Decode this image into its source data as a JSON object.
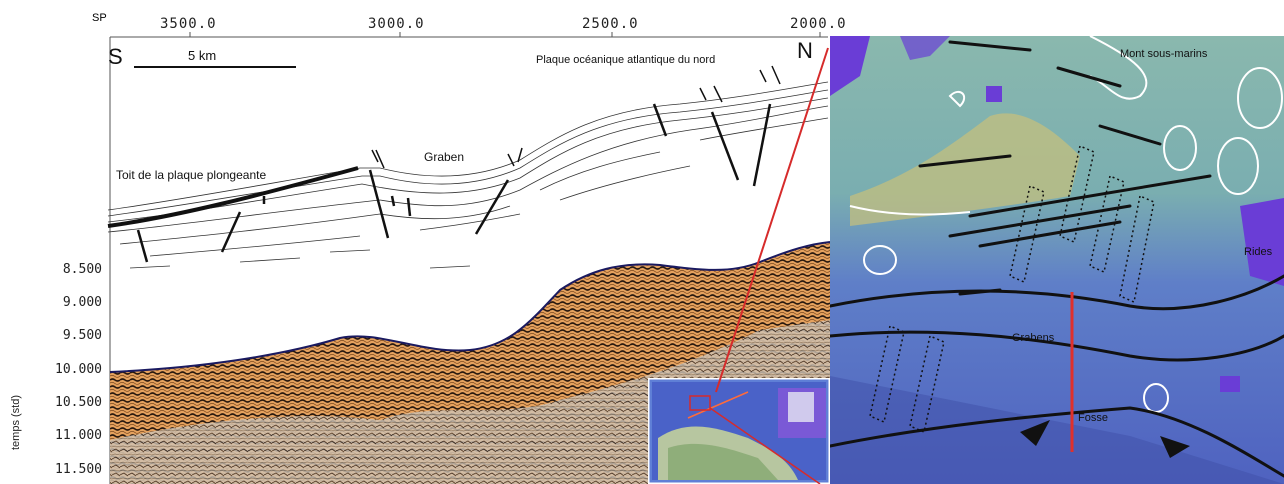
{
  "seismic_profile": {
    "sp_label": "SP",
    "sp_ticks": [
      "3500.0",
      "3000.0",
      "2500.0",
      "2000.0"
    ],
    "direction_left": "S",
    "direction_right": "N",
    "scale_label": "5 km",
    "time_axis_title": "temps (std)",
    "time_ticks": [
      "8.500",
      "9.000",
      "9.500",
      "10.000",
      "10.500",
      "11.000",
      "11.500"
    ],
    "annotations": {
      "oceanic_plate": "Plaque océanique atlantique du nord",
      "graben": "Graben",
      "plate_top": "Toit de la plaque plongeante"
    },
    "colors": {
      "seismic_orange": "#e07b2c",
      "seismic_dark": "#2a1a10",
      "fault_red": "#d62b2b"
    }
  },
  "bathymetry_map": {
    "labels": {
      "seamounts": "Mont sous-marins",
      "ridges": "Rides",
      "grabens": "Grabens",
      "trench": "Fosse"
    },
    "colors": {
      "shallow": "#c9c07a",
      "mid": "#7fb3b0",
      "deep": "#4f6ec7",
      "deepest": "#6a3dd6"
    }
  }
}
